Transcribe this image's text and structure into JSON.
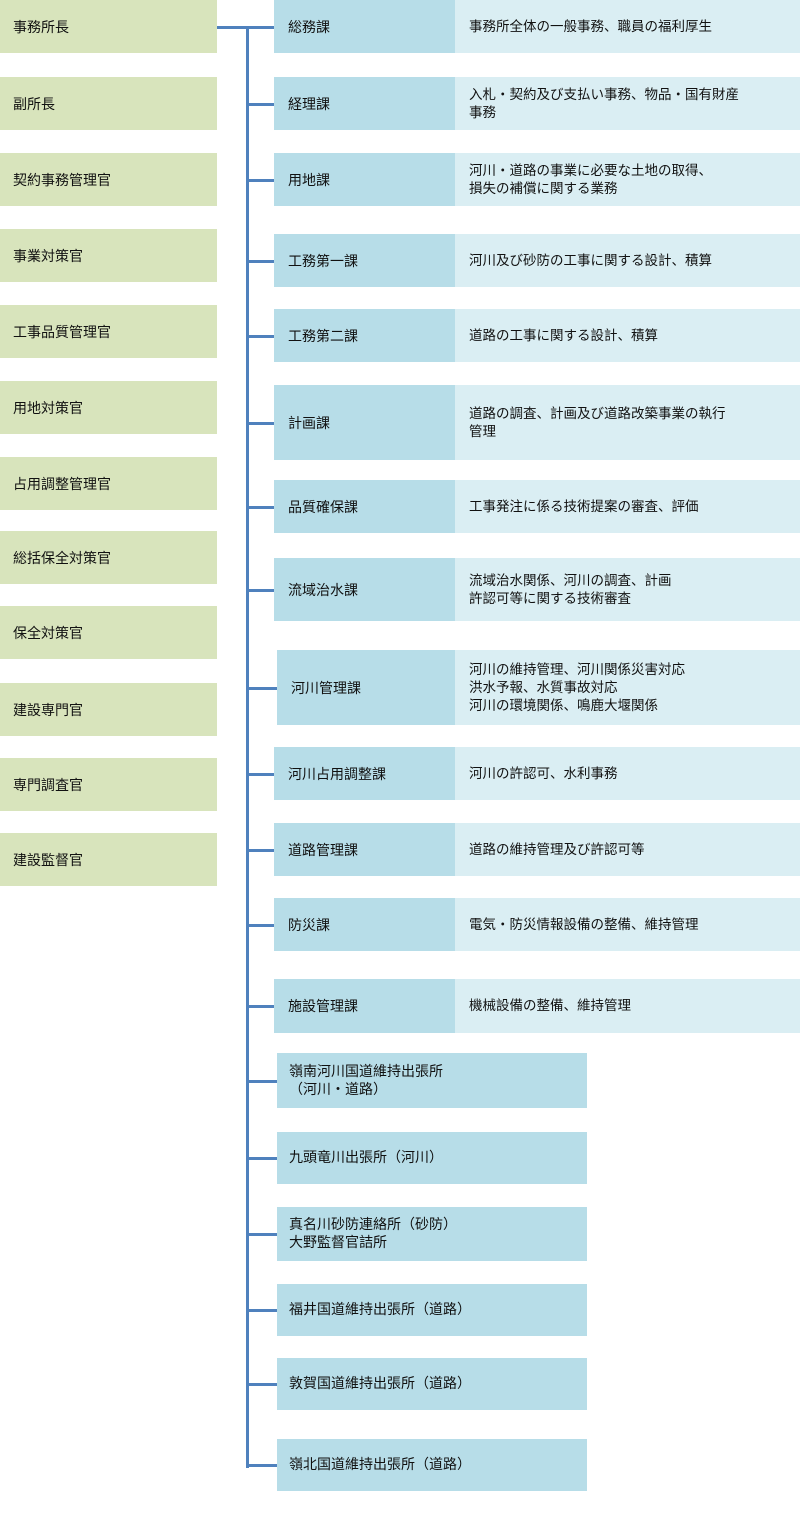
{
  "officials": [
    "事務所長",
    "副所長",
    "契約事務管理官",
    "事業対策官",
    "工事品質管理官",
    "用地対策官",
    "占用調整管理官",
    "総括保全対策官",
    "保全対策官",
    "建設専門官",
    "専門調査官",
    "建設監督官"
  ],
  "departments": [
    {
      "name": "総務課",
      "duty": "事務所全体の一般事務、職員の福利厚生"
    },
    {
      "name": "経理課",
      "duty": "入札・契約及び支払い事務、物品・国有財産\n事務"
    },
    {
      "name": "用地課",
      "duty": "河川・道路の事業に必要な土地の取得、\n損失の補償に関する業務"
    },
    {
      "name": "工務第一課",
      "duty": "河川及び砂防の工事に関する設計、積算"
    },
    {
      "name": "工務第二課",
      "duty": "道路の工事に関する設計、積算"
    },
    {
      "name": "計画課",
      "duty": "道路の調査、計画及び道路改築事業の執行\n管理"
    },
    {
      "name": "品質確保課",
      "duty": "工事発注に係る技術提案の審査、評価"
    },
    {
      "name": "流域治水課",
      "duty": "流域治水関係、河川の調査、計画\n許認可等に関する技術審査"
    },
    {
      "name": "河川管理課",
      "duty": "河川の維持管理、河川関係災害対応\n洪水予報、水質事故対応\n河川の環境関係、鳴鹿大堰関係"
    },
    {
      "name": "河川占用調整課",
      "duty": "河川の許認可、水利事務"
    },
    {
      "name": "道路管理課",
      "duty": "道路の維持管理及び許認可等"
    },
    {
      "name": "防災課",
      "duty": "電気・防災情報設備の整備、維持管理"
    },
    {
      "name": "施設管理課",
      "duty": "機械設備の整備、維持管理"
    }
  ],
  "offices": [
    "嶺南河川国道維持出張所\n（河川・道路）",
    "九頭竜川出張所（河川）",
    "真名川砂防連絡所（砂防）\n大野監督官詰所",
    "福井国道維持出張所（道路）",
    "敦賀国道維持出張所（道路）",
    "嶺北国道維持出張所（道路）"
  ],
  "colors": {
    "official": "#d8e4bc",
    "department": "#b7dde8",
    "duty": "#daeef3",
    "line": "#4f81bd"
  }
}
